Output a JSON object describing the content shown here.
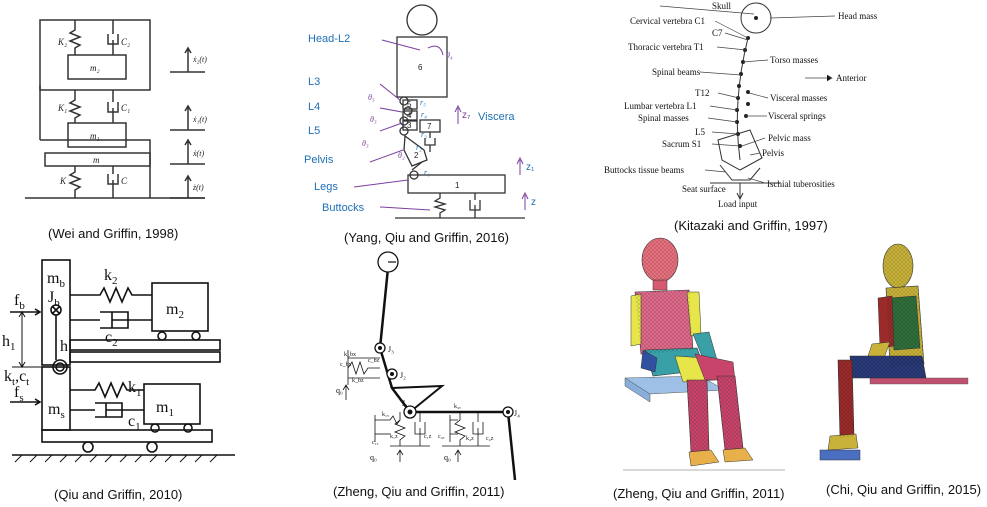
{
  "captions": {
    "p1": "(Wei and Griffin, 1998)",
    "p2": "(Yang, Qiu and Griffin, 2016)",
    "p3": "(Kitazaki and Griffin, 1997)",
    "p4": "(Qiu and Griffin, 2010)",
    "p5": "(Zheng, Qiu and Griffin, 2011)",
    "p6": "(Zheng, Qiu and Griffin, 2011)",
    "p7": "(Chi, Qiu and Griffin, 2015)"
  },
  "wei": {
    "k2": "K₂",
    "c2": "C₂",
    "m2": "m₂",
    "k1": "K₁",
    "c1": "C₁",
    "m1": "m₁",
    "m": "m",
    "k": "K",
    "c": "C",
    "x2": "ẋ₂(t)",
    "x1": "ẋ₁(t)",
    "x": "ẋ(t)",
    "z": "ż(t)"
  },
  "yang": {
    "head": "Head-L2",
    "l3": "L3",
    "l4": "L4",
    "l5": "L5",
    "pelvis": "Pelvis",
    "legs": "Legs",
    "buttocks": "Buttocks",
    "viscera": "Viscera",
    "z7": "z₇",
    "z1": "z₁",
    "z": "z",
    "n6": "6",
    "n7": "7",
    "n5": "5",
    "n4": "4",
    "n3": "3",
    "n2": "2",
    "n1": "1",
    "th4": "θ₄",
    "th5": "θ₅",
    "th3": "θ₃",
    "th2": "θ₂",
    "r5": "r₅",
    "r4": "r₄",
    "r3": "r₃",
    "r2": "r₂",
    "r1": "r₁",
    "accent": "#1f6fb5",
    "purple": "#7a3fa0"
  },
  "kit": {
    "skull": "Skull",
    "head_mass": "Head mass",
    "c1": "Cervical vertebra C1",
    "c7": "C7",
    "t1": "Thoracic vertebra T1",
    "torso": "Torso masses",
    "spinal_beams": "Spinal beams",
    "anterior": "Anterior",
    "t12": "T12",
    "visceral_masses": "Visceral masses",
    "l1": "Lumbar vertebra L1",
    "visceral_springs": "Visceral springs",
    "spinal_masses": "Spinal masses",
    "l5": "L5",
    "pelvic_mass": "Pelvic mass",
    "s1": "Sacrum S1",
    "pelvis": "Pelvis",
    "buttocks_beams": "Buttocks tissue beams",
    "ischial": "Ischial tuberosities",
    "seat": "Seat surface",
    "load": "Load input"
  },
  "qiu": {
    "mb": "m",
    "mb_sub": "b",
    "jb": "J",
    "jb_sub": "b",
    "fb": "f",
    "fb_sub": "b",
    "h1": "h",
    "h1_sub": "1",
    "h": "h",
    "ktct": "k",
    "ktct_rest": "t,c",
    "ktct_sub2": "t",
    "fs": "f",
    "fs_sub": "s",
    "ms": "m",
    "ms_sub": "s",
    "k2": "k",
    "k2_sub": "2",
    "c2": "c",
    "c2_sub": "2",
    "m2": "m",
    "m2_sub": "2",
    "k1": "k",
    "k1_sub": "1",
    "c1": "c",
    "c1_sub": "1",
    "m1": "m",
    "m1_sub": "1"
  },
  "zheng": {
    "j3": "J₃",
    "j2": "J₂",
    "j1": "J₁",
    "j4": "J₄",
    "q0a": "q₀",
    "q0b": "q₀",
    "q0c": "q₀",
    "k1x": "k₁ₓ",
    "c1x": "c₁ₓ",
    "k1z": "k₁z",
    "c1z": "c₁z",
    "k4x": "k₄ₓ",
    "c4x": "c₄ₓ",
    "k4z": "k₄z",
    "c4z": "c₄z",
    "kbx": "k_bx",
    "cbx": "c_bx",
    "kbz": "k_bz",
    "cbz": "c_bz"
  },
  "fe": {
    "head_color": "#e7707e",
    "torso_color": "#dd6a8a",
    "arm_color": "#e6e64a",
    "leg_color": "#c9446b",
    "pelvis_color": "#3aa0a8",
    "seat_color": "#9ec0e6",
    "chi_head": "#c8b23a",
    "chi_torso": "#2f6f3c",
    "chi_arm": "#9b2b2b",
    "chi_legs": "#2a3b7a",
    "chi_seat": "#4b6fc0"
  }
}
